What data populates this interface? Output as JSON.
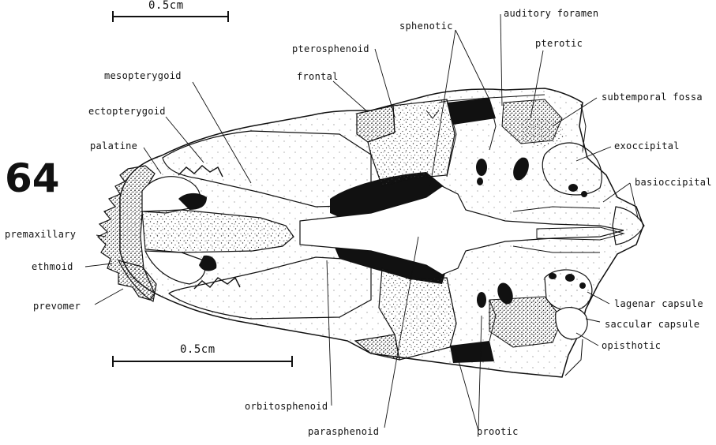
{
  "figure_number": "64",
  "scale_bars": {
    "top": "0.5cm",
    "bottom": "0.5cm"
  },
  "labels": {
    "auditory_foramen": "auditory foramen",
    "sphenotic": "sphenotic",
    "pterotic": "pterotic",
    "pterosphenoid": "pterosphenoid",
    "mesopterygoid": "mesopterygoid",
    "frontal": "frontal",
    "subtemporal_fossa": "subtemporal fossa",
    "ectopterygoid": "ectopterygoid",
    "exoccipital": "exoccipital",
    "palatine": "palatine",
    "basioccipital": "basioccipital",
    "premaxillary": "premaxillary",
    "ethmoid": "ethmoid",
    "prevomer": "prevomer",
    "lagenar_capsule": "lagenar capsule",
    "saccular_capsule": "saccular capsule",
    "opisthotic": "opisthotic",
    "orbitosphenoid": "orbitosphenoid",
    "parasphenoid": "parasphenoid",
    "prootic": "prootic"
  },
  "colors": {
    "ink": "#111111",
    "stipple": "#3a3a3a",
    "background": "#ffffff"
  }
}
